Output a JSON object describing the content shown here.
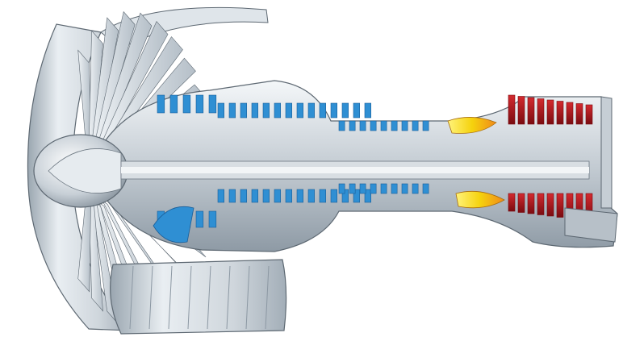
{
  "diagram": {
    "kind": "turbofan-engine-cutaway",
    "labels": [],
    "colors": {
      "background": "#ffffff",
      "casing_light": "#eef2f5",
      "casing": "#c9d1d8",
      "casing_dark": "#8c98a3",
      "outline": "#5d6872",
      "compressor_blue": "#2f8fd3",
      "compressor_blue_dark": "#1b5f99",
      "combustor_yellow": "#f5d20d",
      "combustor_orange": "#f08a1a",
      "turbine_red": "#b5121b",
      "turbine_red_dark": "#7a0b10"
    },
    "components": [
      "fan",
      "spinner",
      "low-pressure-compressor",
      "high-pressure-compressor",
      "combustor",
      "high-pressure-turbine",
      "low-pressure-turbine",
      "exhaust-nozzle",
      "nacelle-cowl",
      "shaft"
    ]
  }
}
